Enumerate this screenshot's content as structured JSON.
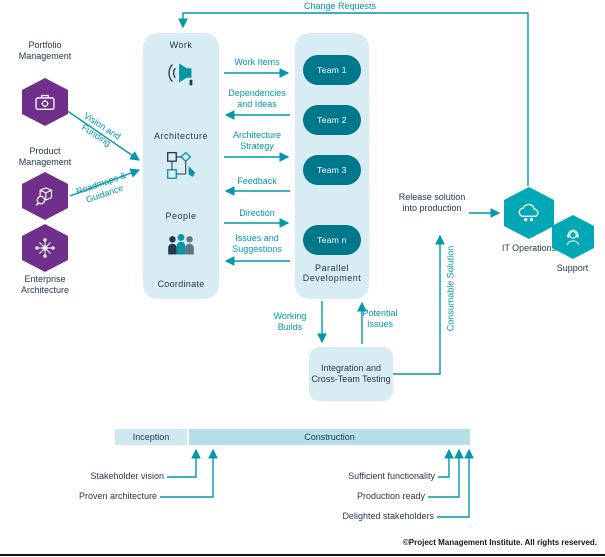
{
  "colors": {
    "teal": "#0098aa",
    "navy": "#25384c",
    "purple": "#702f8a",
    "panel_blue": "#d8edf3",
    "pill_teal": "#00788c",
    "hex_teal": "#00a8b5",
    "inception_bar": "#cfe9f2",
    "construction_bar": "#b5dfe9"
  },
  "top_flow": {
    "change_requests": "Change Requests"
  },
  "left_column": {
    "hexagons": [
      {
        "label": "Portfolio Management",
        "icon": "briefcase-gear-icon"
      },
      {
        "label": "Product Management",
        "icon": "product-box-magnifier-icon"
      },
      {
        "label": "Enterprise Architecture",
        "icon": "network-nodes-icon"
      }
    ],
    "flows": [
      {
        "label": "Vision and Funding"
      },
      {
        "label": "Roadmaps & Guidance"
      }
    ]
  },
  "coordinate": {
    "title": "Coordinate",
    "sections": [
      {
        "label": "Work",
        "icon": "megaphone-icon"
      },
      {
        "label": "Architecture",
        "icon": "flowchart-pencil-icon"
      },
      {
        "label": "People",
        "icon": "people-icon"
      }
    ]
  },
  "exchange_flows": [
    {
      "label": "Work Items",
      "direction": "right"
    },
    {
      "label": "Dependencies and Ideas",
      "direction": "left"
    },
    {
      "label": "Architecture Strategy",
      "direction": "right"
    },
    {
      "label": "Feedback",
      "direction": "left"
    },
    {
      "label": "Direction",
      "direction": "right"
    },
    {
      "label": "Issues and Suggestions",
      "direction": "left"
    }
  ],
  "parallel_development": {
    "title": "Parallel Development",
    "teams": [
      "Team 1",
      "Team 2",
      "Team 3",
      "Team n"
    ]
  },
  "integration": {
    "title": "Integration and Cross-Team Testing",
    "working_builds": "Working Builds",
    "potential_issues": "Potential Issues",
    "consumable_solution": "Consumable Solution"
  },
  "release": {
    "label": "Release solution into production",
    "it_operations": "IT Operations",
    "support": "Support"
  },
  "timeline": {
    "phases": [
      {
        "label": "Inception"
      },
      {
        "label": "Construction"
      }
    ],
    "milestones": [
      {
        "label": "Stakeholder vision"
      },
      {
        "label": "Proven architecture"
      },
      {
        "label": "Sufficient functionality"
      },
      {
        "label": "Production ready"
      },
      {
        "label": "Delighted stakeholders"
      }
    ]
  },
  "footer": {
    "copyright": "©Project Management Institute. All rights reserved."
  }
}
